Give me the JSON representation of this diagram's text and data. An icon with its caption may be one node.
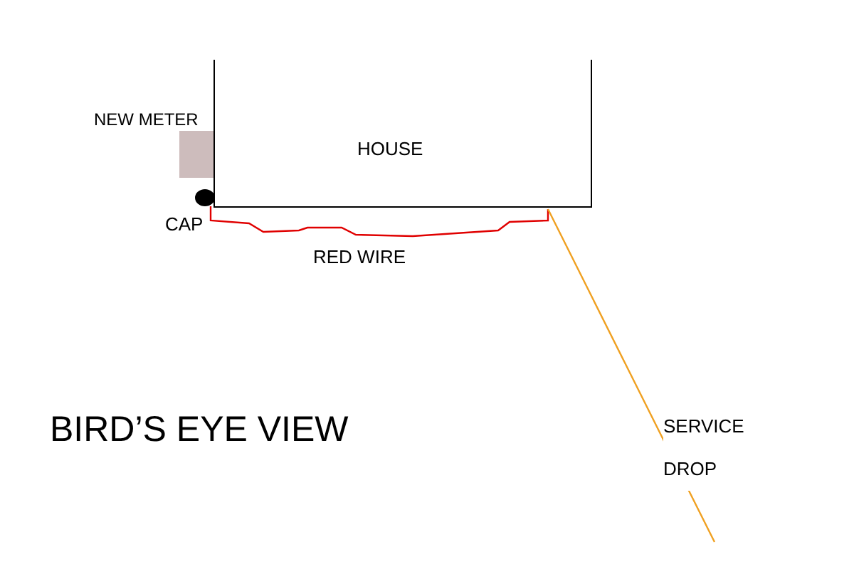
{
  "diagram": {
    "title": "BIRD’S EYE VIEW",
    "nodes": [
      {
        "text": [
          "HOUSE"
        ]
      },
      {
        "text": [],
        "shape": "box",
        "beside": [
          "NEW METER"
        ]
      },
      {
        "text": [],
        "shape": "circle",
        "beside": [
          "CAP"
        ]
      }
    ],
    "edges": [
      {
        "from": 2,
        "to": 0,
        "arrow": "none",
        "label": "RED WIRE",
        "color": "#e00000"
      },
      {
        "from": null,
        "to": 0,
        "arrow": "none",
        "label": "SERVICE DROP",
        "color": "#f0a020"
      }
    ]
  }
}
